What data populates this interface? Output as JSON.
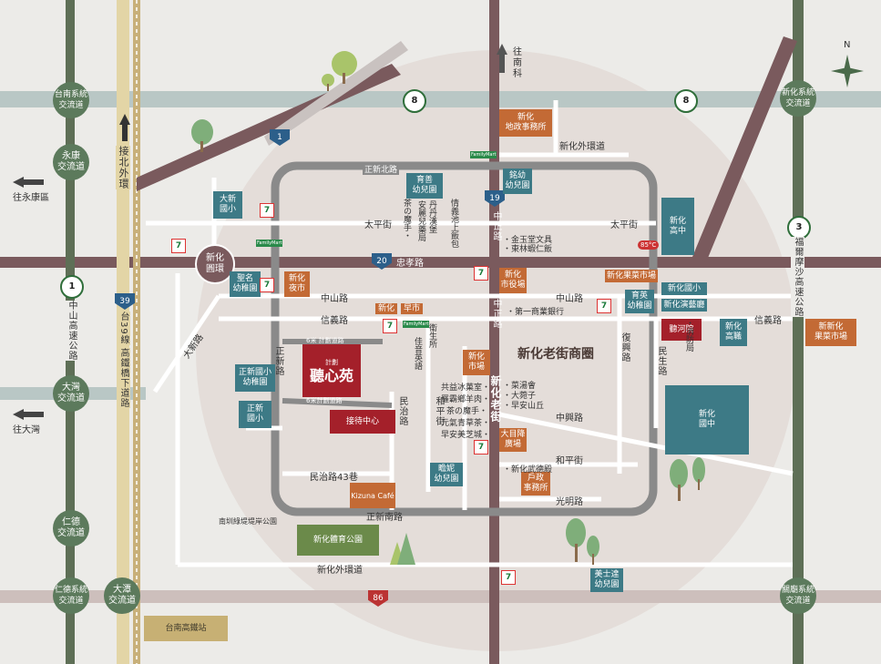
{
  "interchanges": {
    "tainan_system": "台南系統\n交流道",
    "yongkang": "永康\n交流道",
    "dawan": "大灣\n交流道",
    "rende": "仁德\n交流道",
    "rende_system": "仁德系統\n交流道",
    "datan": "大潭\n交流道",
    "xinhua_system": "新化系統\n交流道",
    "guanmiao_system": "關廟系統\n交流道",
    "xinhua_roundabout": "新化\n圓環"
  },
  "directions": {
    "to_yongkang": "往永康區",
    "to_dawan": "往大灣",
    "to_nanke": "往\n南\n科",
    "north": "N"
  },
  "roads": {
    "north_outer": "接北外環",
    "zhongshan_fwy": "中山高速公路",
    "tai39": "台39線",
    "elevated": "高鐵橋下道路",
    "fuer_fwy": "福爾摩沙高速公路",
    "xinbei": "正新北路",
    "xinnan": "正新南路",
    "zhengxin": "正新路",
    "zhongxiao": "忠孝路",
    "zhongzheng": "中正路",
    "taiping_w": "太平街",
    "taiping_e": "太平街",
    "zhongshan_w": "中山路",
    "zhongshan_e": "中山路",
    "xinyi_w": "信義路",
    "xinyi_e": "信義路",
    "minzhi": "民治路",
    "minzhi43": "民治路43巷",
    "heping_v": "和平街",
    "heping_h": "和平街",
    "fuxing": "復興路",
    "minsheng": "民生路",
    "zhongxing": "中興路",
    "guangming": "光明路",
    "outer_e": "新化外環道",
    "outer_s": "新化外環道",
    "dawan_rd": "大新路",
    "old_street": "新化老街",
    "old_street_area": "新化老街商圈",
    "xinguo_route": "6米 計劃道路",
    "xinguo_route2": "6米計劃道路",
    "dike_road": "南圳綠堤堤岸公園"
  },
  "shields": {
    "p8a": "8",
    "p8b": "8",
    "p1": "1",
    "p3": "3",
    "h1": "1",
    "h19": "19",
    "h20": "20",
    "h39": "39",
    "h86": "86"
  },
  "boxes": {
    "district_office": "新化\n地政事務所",
    "yupei_kg": "育善\n幼兒園",
    "mingyou_kg": "銘幼\n幼兒園",
    "daxin_elem": "大新\n國小",
    "minglu_kg": "聖名\n幼稚園",
    "night_market": "新化\n夜市",
    "xinhua_high": "新化\n高中",
    "xinhua_market_plaza": "新化果菜市場",
    "xinhua_town_office": "新化\n市役場",
    "yuying_kg": "育英\n幼稚園",
    "xinhua_elem": "新化國小",
    "xinhua_hall": "新化演藝廳",
    "tingheyuan": "聽河院",
    "xinhua_vocational": "新化\n高職",
    "new_fruit_market": "新新化\n果菜市場",
    "xinhua_market": "新化\n市場",
    "zhengxin_elem_kg": "正新國小\n幼稚園",
    "zhengxin_elem": "正新\n國小",
    "project_name": "聽心苑",
    "project_tag": "計劃",
    "reception": "接待中心",
    "xinhua_junior": "新化\n國中",
    "dayue_plaza": "大目降\n廣場",
    "household_office": "戶政\n事務所",
    "zhenzhen_kg": "瞻妮\n幼兒園",
    "kizuna": "Kizuna Café",
    "sports_park": "新化體育公園",
    "meishi_kg": "美士達\n幼兒園",
    "hsr": "台南高鐵站"
  },
  "tags": {
    "xinhua_tag": "新化",
    "zaoshi_tag": "早市",
    "seven": "7"
  },
  "pois": {
    "jinyutang": "・金玉堂文具",
    "donglinxia": "・東林蝦仁飯",
    "firstbank": "・第一商業銀行",
    "xiaoji": "・消防局",
    "weisheng": "衛生所",
    "jiayin": "佳音英語",
    "chasu": "茶の魔手・",
    "anli": "安麗兒藥局",
    "danjie": "丹丹漢堡",
    "qingning": "情義池上飯包",
    "gongyi": "共益冰菓室・",
    "luoba": "羅霸鄉羊肉・",
    "chamo": "茶の魔手・",
    "yuanqi": "元氣青草茶・",
    "zaoan": "早安美芝城・",
    "caiyun": "・菜湯會",
    "daohuo": "・大菀子",
    "zaoan2": "・早安山丘",
    "wude": "・新化武德殿",
    "b85": "85°C",
    "fm": "FamilyMart"
  }
}
